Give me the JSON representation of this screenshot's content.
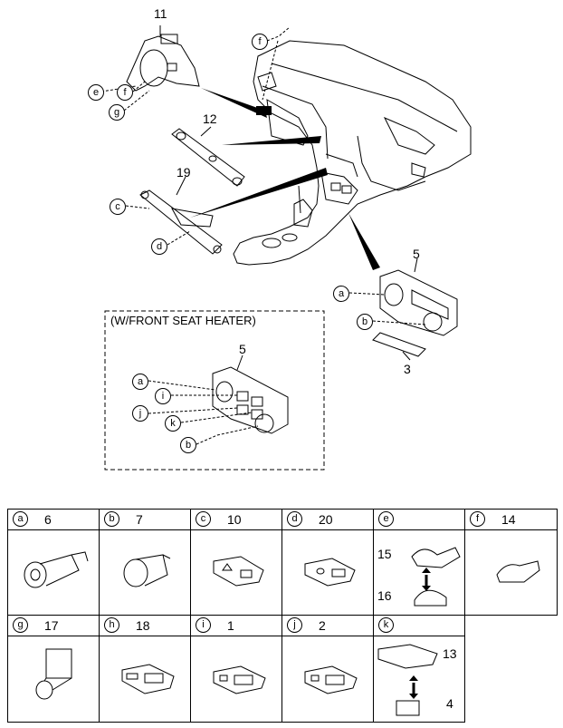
{
  "callouts": {
    "n11": "11",
    "n12": "12",
    "n19": "19",
    "n5": "5",
    "n3": "3",
    "n5b": "5",
    "e": "e",
    "f": "f",
    "g": "g",
    "f_top": "f",
    "c": "c",
    "d": "d",
    "a": "a",
    "b": "b",
    "a2": "a",
    "i": "i",
    "j": "j",
    "k": "k",
    "b2": "b"
  },
  "heater_box_title": "(W/FRONT SEAT HEATER)",
  "table": {
    "rows": [
      [
        {
          "letter": "a",
          "num": "6"
        },
        {
          "letter": "b",
          "num": "7"
        },
        {
          "letter": "c",
          "num": "10"
        },
        {
          "letter": "d",
          "num": "20"
        },
        {
          "letter": "e",
          "num": "",
          "sub": [
            "15",
            "16"
          ]
        },
        {
          "letter": "f",
          "num": "14"
        }
      ],
      [
        {
          "letter": "g",
          "num": "17"
        },
        {
          "letter": "h",
          "num": "18"
        },
        {
          "letter": "i",
          "num": "1"
        },
        {
          "letter": "j",
          "num": "2"
        },
        {
          "letter": "k",
          "num": "",
          "sub": [
            "13",
            "4"
          ]
        }
      ]
    ]
  }
}
